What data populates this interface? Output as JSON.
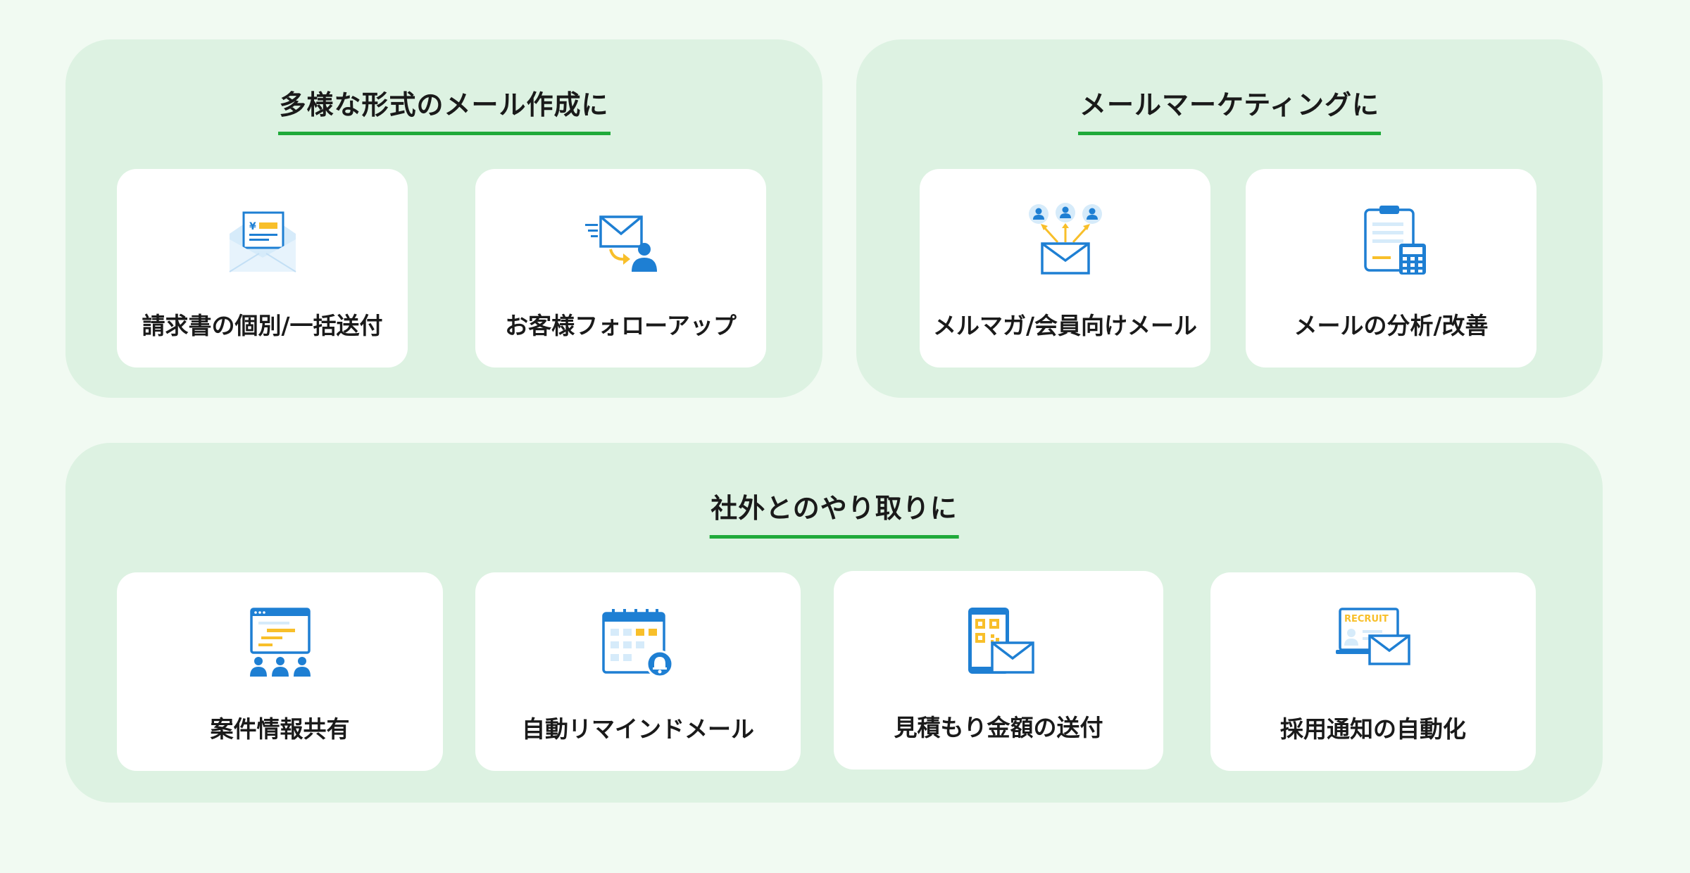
{
  "sections": [
    {
      "title": "多様な形式のメール作成に",
      "cards": [
        {
          "label": "請求書の個別/一括送付",
          "icon": "invoice-envelope-icon"
        },
        {
          "label": "お客様フォローアップ",
          "icon": "mail-to-customer-icon"
        }
      ]
    },
    {
      "title": "メールマーケティングに",
      "cards": [
        {
          "label": "メルマガ/会員向けメール",
          "icon": "newsletter-broadcast-icon"
        },
        {
          "label": "メールの分析/改善",
          "icon": "clipboard-calculator-icon"
        }
      ]
    },
    {
      "title": "社外とのやり取りに",
      "cards": [
        {
          "label": "案件情報共有",
          "icon": "project-sharing-icon"
        },
        {
          "label": "自動リマインドメール",
          "icon": "calendar-reminder-icon"
        },
        {
          "label": "見積もり金額の送付",
          "icon": "phone-qr-mail-icon"
        },
        {
          "label": "採用通知の自動化",
          "icon": "recruit-laptop-mail-icon"
        }
      ]
    }
  ],
  "icon_text": {
    "yen": "¥",
    "recruit": "RECRUIT"
  },
  "colors": {
    "background": "#F1FAF2",
    "panel": "#DDF2E2",
    "card": "#FFFFFF",
    "accent_green": "#1FAA3A",
    "icon_blue": "#1E7FD3",
    "icon_light_blue": "#D6EBFA",
    "icon_yellow": "#F8BF2A"
  }
}
